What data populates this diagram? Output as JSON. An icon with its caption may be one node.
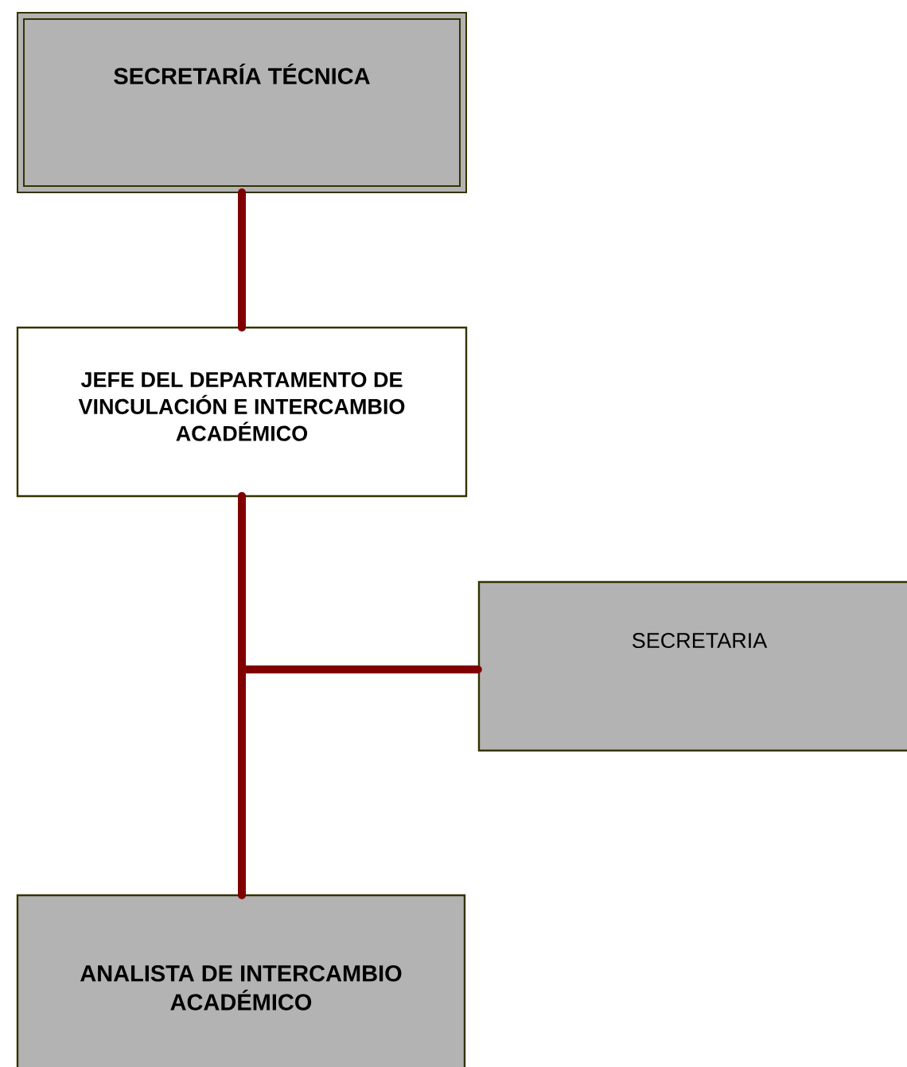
{
  "diagram": {
    "nodes": [
      {
        "text": [
          "SECRETARÍA TÉCNICA"
        ]
      },
      {
        "text": [
          "JEFE DEL DEPARTAMENTO DE VINCULACIÓN E INTERCAMBIO ACADÉMICO"
        ]
      },
      {
        "text": [
          "SECRETARIA"
        ]
      },
      {
        "text": [
          "ANALISTA DE INTERCAMBIO ACADÉMICO"
        ]
      }
    ],
    "edges": [
      {
        "from": 0,
        "to": 1,
        "arrow": "none"
      },
      {
        "from": 1,
        "to": 2,
        "arrow": "none"
      },
      {
        "from": 1,
        "to": 3,
        "arrow": "none"
      }
    ]
  }
}
